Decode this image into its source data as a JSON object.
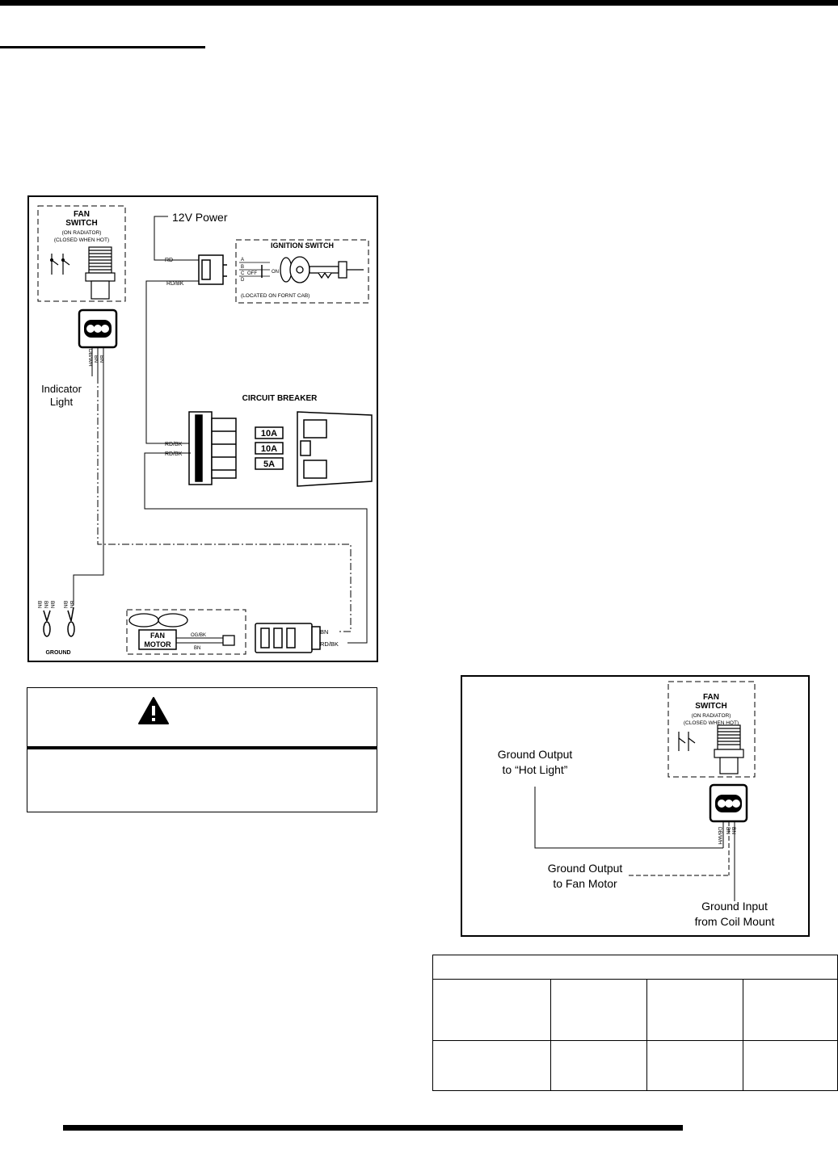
{
  "wiring_diagram": {
    "fan_switch": {
      "title_line1": "FAN",
      "title_line2": "SWITCH",
      "note_line1": "(ON RADIATOR)",
      "note_line2": "(CLOSED WHEN HOT)"
    },
    "power_label": "12V Power",
    "ignition": {
      "title": "IGNITION SWITCH",
      "positions": [
        "A",
        "B",
        "C",
        "D"
      ],
      "off_label": "OFF",
      "on_label": "ON",
      "location_note": "(LOCATED ON FORNT CAB)"
    },
    "circuit_breaker": {
      "title": "CIRCUIT BREAKER",
      "fuses": [
        "10A",
        "10A",
        "5A"
      ]
    },
    "indicator_line1": "Indicator",
    "indicator_line2": "Light",
    "ground_label": "GROUND",
    "fan_motor_line1": "FAN",
    "fan_motor_line2": "MOTOR",
    "wire_labels": {
      "rd": "RD",
      "rd_bk": "RD/BK",
      "db_wh": "DB/WH",
      "bn": "BN",
      "og_bk": "OG/BK"
    }
  },
  "warning_icon": "warning-triangle-icon",
  "switch_detail": {
    "fan_title_line1": "FAN",
    "fan_title_line2": "SWITCH",
    "note_line1": "(ON RADIATOR)",
    "note_line2": "(CLOSED WHEN HOT)",
    "hot_light_line1": "Ground Output",
    "hot_light_line2": "to “Hot Light”",
    "fan_motor_line1": "Ground Output",
    "fan_motor_line2": "to Fan Motor",
    "ground_input_line1": "Ground Input",
    "ground_input_line2": "from Coil Mount",
    "wire_labels": {
      "db_wh": "DB/WH",
      "bn": "BN"
    }
  }
}
